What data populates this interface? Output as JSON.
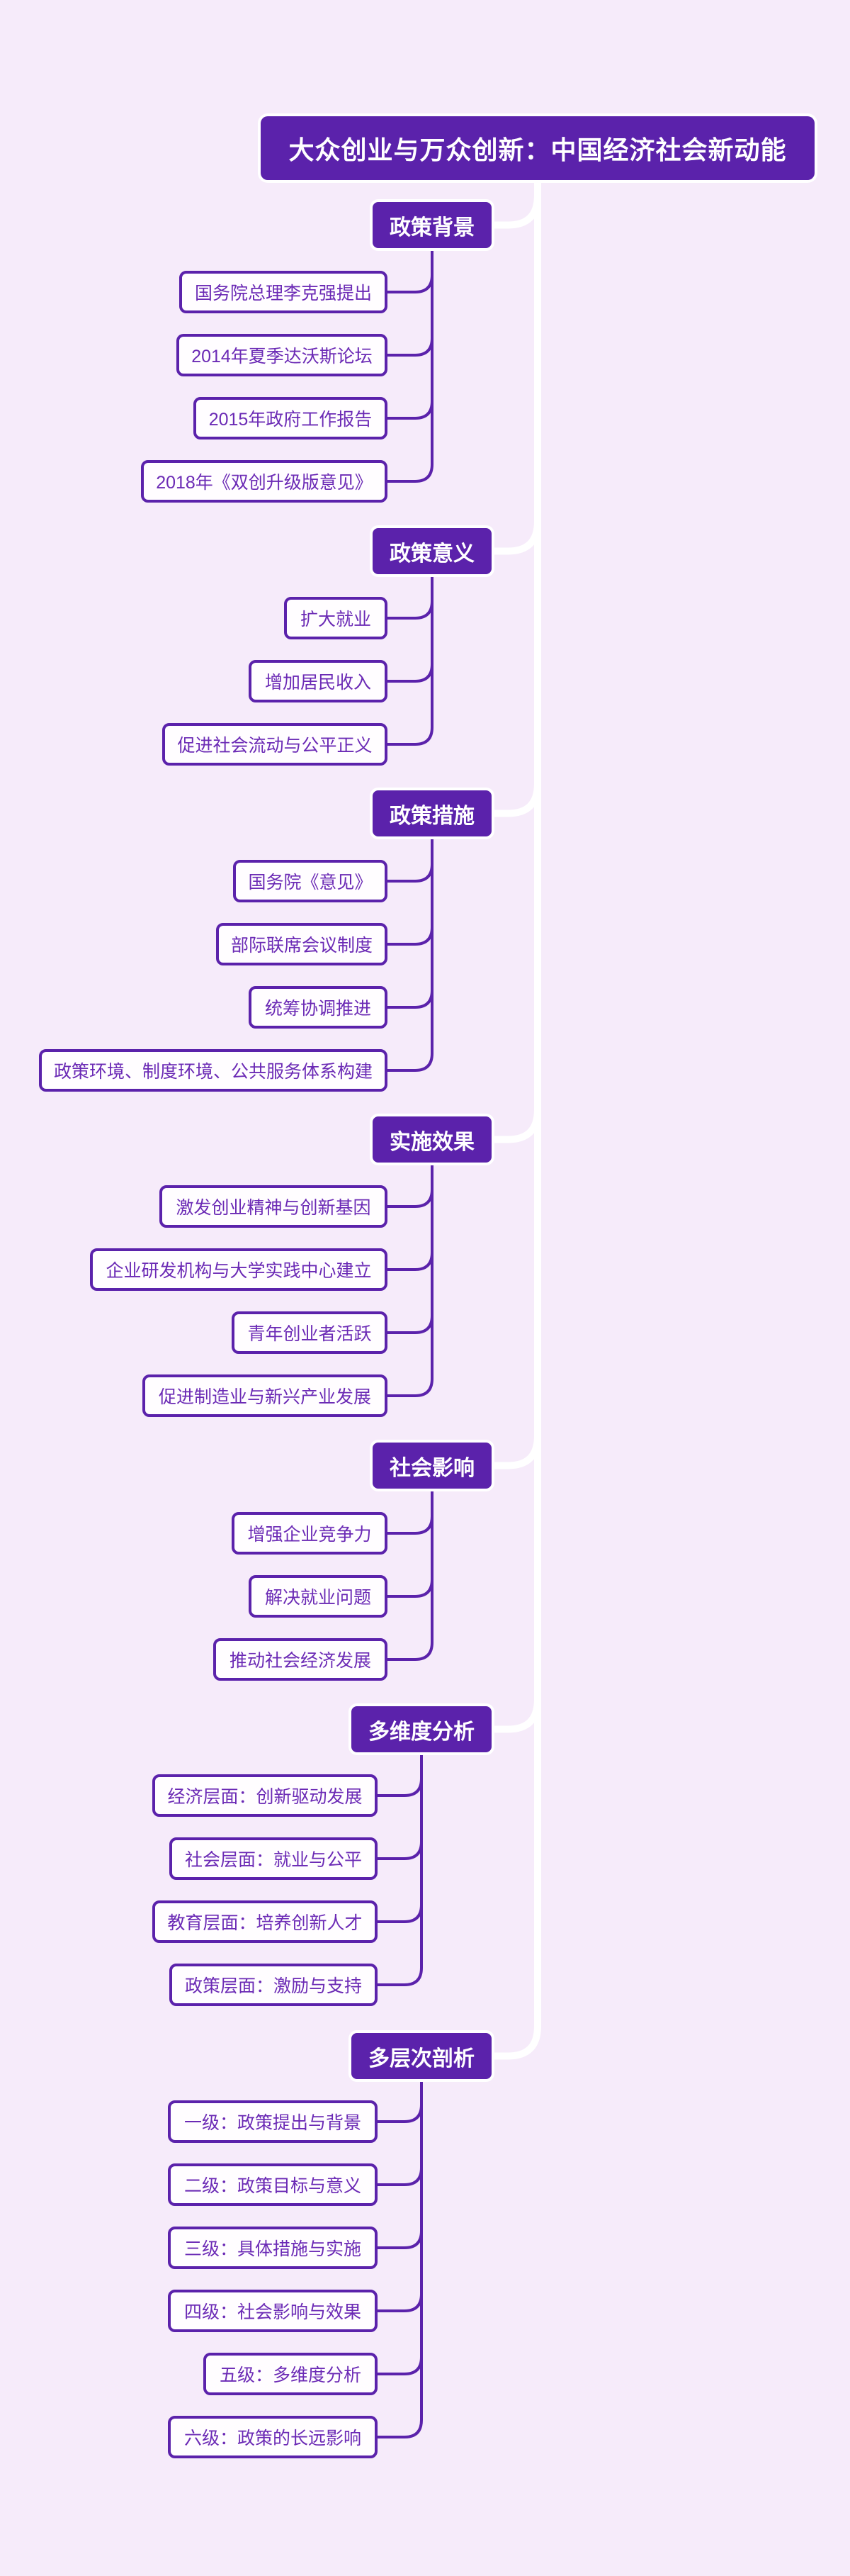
{
  "title": "大众创业与万众创新：中国经济社会新动能",
  "theme": {
    "background": "#f6ebfa",
    "node_fill": "#5b22ab",
    "node_text_on_fill": "#ffffff",
    "leaf_border": "#5b22ab",
    "leaf_text": "#6b2ab5",
    "leaf_fill": "#fffdff",
    "trunk_line": "#ffffff",
    "branch_line": "#5b22ab"
  },
  "sections": [
    {
      "label": "政策背景",
      "items": [
        "国务院总理李克强提出",
        "2014年夏季达沃斯论坛",
        "2015年政府工作报告",
        "2018年《双创升级版意见》"
      ]
    },
    {
      "label": "政策意义",
      "items": [
        "扩大就业",
        "增加居民收入",
        "促进社会流动与公平正义"
      ]
    },
    {
      "label": "政策措施",
      "items": [
        "国务院《意见》",
        "部际联席会议制度",
        "统筹协调推进",
        "政策环境、制度环境、公共服务体系构建"
      ]
    },
    {
      "label": "实施效果",
      "items": [
        "激发创业精神与创新基因",
        "企业研发机构与大学实践中心建立",
        "青年创业者活跃",
        "促进制造业与新兴产业发展"
      ]
    },
    {
      "label": "社会影响",
      "items": [
        "增强企业竞争力",
        "解决就业问题",
        "推动社会经济发展"
      ]
    },
    {
      "label": "多维度分析",
      "items": [
        "经济层面：创新驱动发展",
        "社会层面：就业与公平",
        "教育层面：培养创新人才",
        "政策层面：激励与支持"
      ]
    },
    {
      "label": "多层次剖析",
      "items": [
        "一级：政策提出与背景",
        "二级：政策目标与意义",
        "三级：具体措施与实施",
        "四级：社会影响与效果",
        "五级：多维度分析",
        "六级：政策的长远影响"
      ]
    }
  ]
}
